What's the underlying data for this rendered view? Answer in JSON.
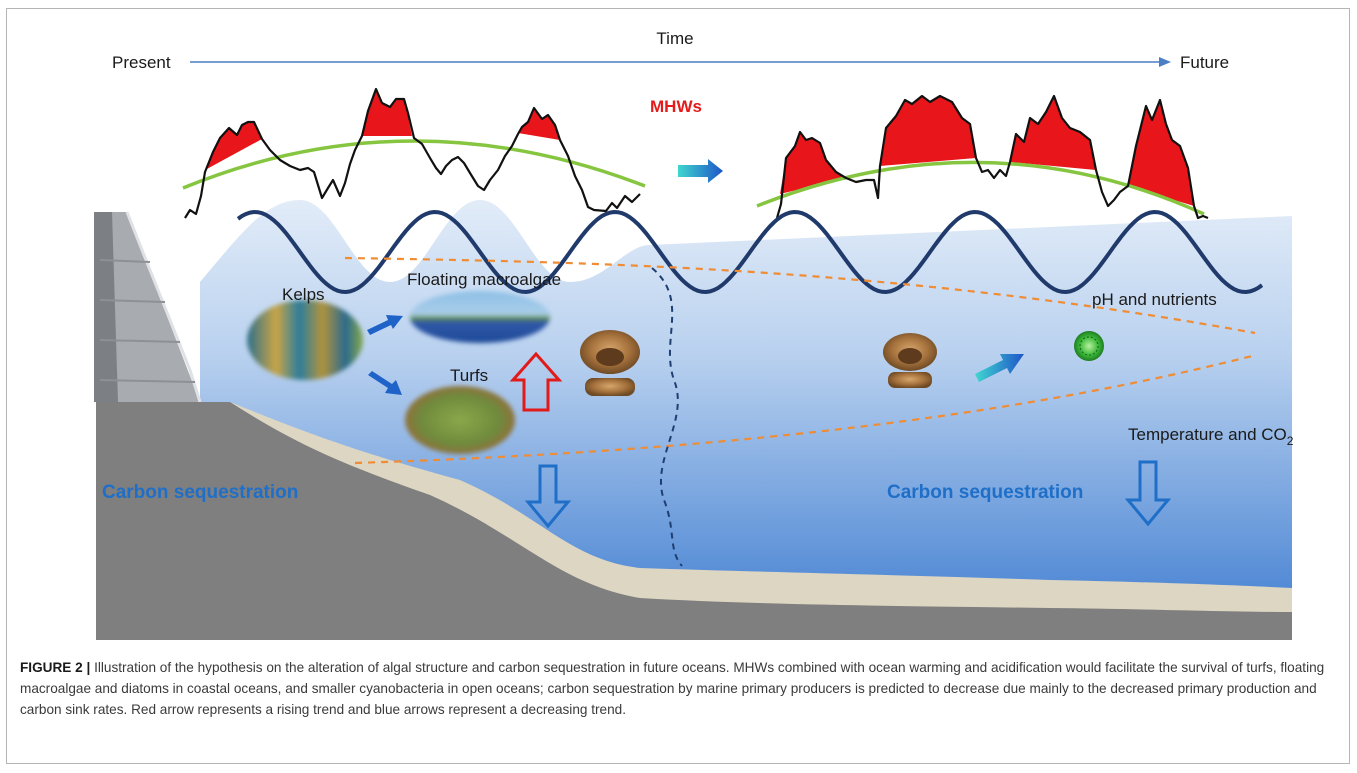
{
  "timeline": {
    "title": "Time",
    "start": "Present",
    "end": "Future"
  },
  "labels": {
    "mhws": "MHWs",
    "kelps": "Kelps",
    "floating": "Floating macroalgae",
    "turfs": "Turfs",
    "ph": "pH and nutrients",
    "temp": "Temperature and CO",
    "temp_sub": "2",
    "carbon_left": "Carbon sequestration",
    "carbon_right": "Carbon sequestration"
  },
  "caption": {
    "label": "FIGURE 2 |",
    "text": "Illustration of the hypothesis on the alteration of algal structure and carbon sequestration in future oceans. MHWs combined with ocean warming and acidification would facilitate the survival of turfs, floating macroalgae and diatoms in coastal oceans, and smaller cyanobacteria in open oceans; carbon sequestration by marine primary producers is predicted to decrease due mainly to the decreased primary production and carbon sink rates. Red arrow represents a rising trend and blue arrows represent a decreasing trend."
  },
  "colors": {
    "heatwave": "#e8151a",
    "climatology": "#86c540",
    "wave": "#1f3a6b",
    "dashed_orange": "#ef8c34",
    "seabed": "#7f7f7f",
    "sediment": "#ddd6c2",
    "water_top": "#dbe7f7",
    "water_bottom": "#3f7fd2",
    "carbon_text": "#1f6fc8"
  }
}
